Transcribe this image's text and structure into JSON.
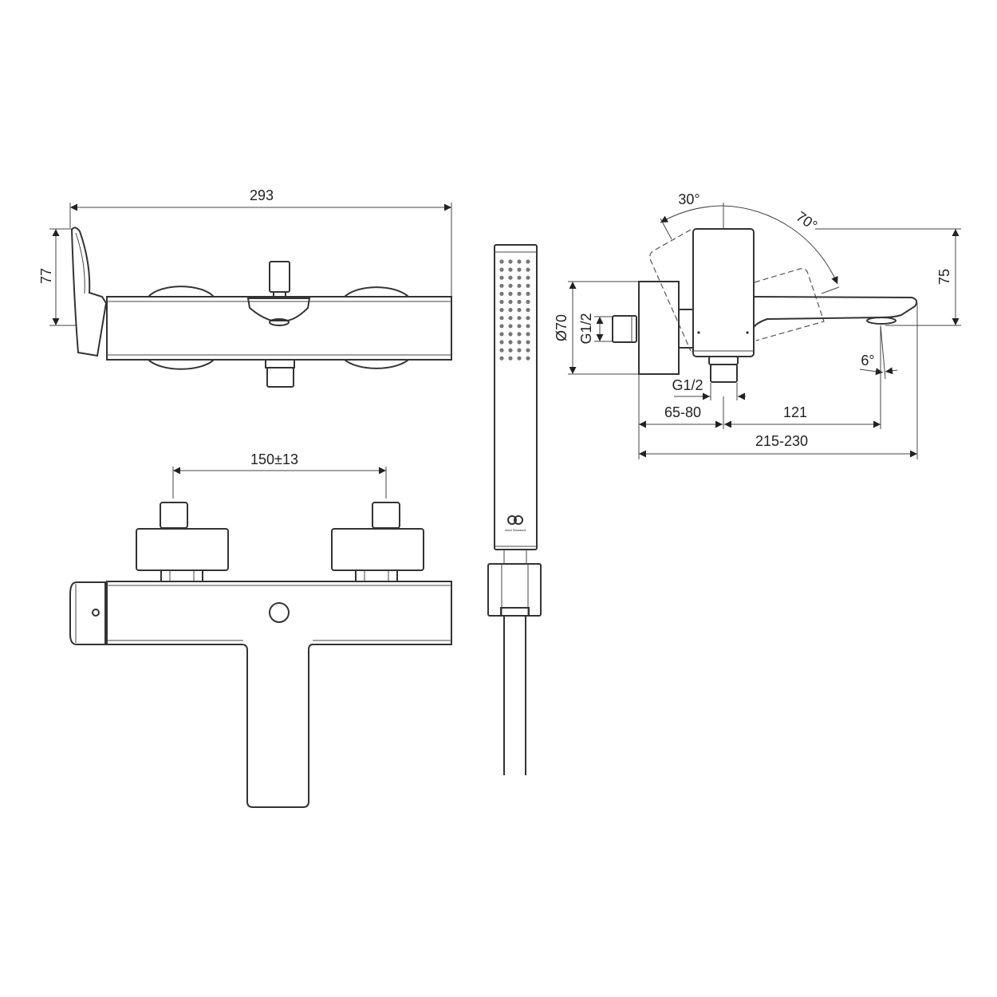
{
  "drawing": {
    "front_view": {
      "width_label": "293",
      "height_label": "77"
    },
    "top_view": {
      "spacing_label": "150±13"
    },
    "hand_shower": {
      "brand_text": "Ideal Standard",
      "spray_rows": 13,
      "spray_cols": 4
    },
    "side_view": {
      "angle_left_label": "30°",
      "angle_right_label": "70°",
      "height_label": "75",
      "rosette_diameter_label": "Ø70",
      "inlet_thread_label": "G1/2",
      "outlet_thread_label": "G1/2",
      "spout_angle_label": "6°",
      "wall_offset_label": "65-80",
      "spout_reach_label": "121",
      "total_depth_label": "215-230"
    },
    "colors": {
      "line": "#333333",
      "background": "#ffffff"
    }
  }
}
